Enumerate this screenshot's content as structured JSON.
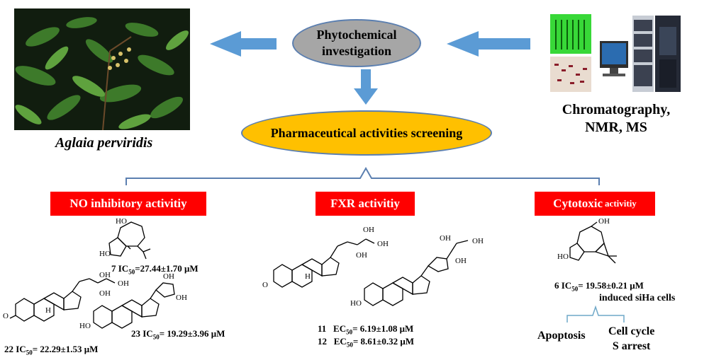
{
  "center": {
    "phytochemical": [
      "Phytochemical",
      "investigation"
    ],
    "screening": "Pharmaceutical activities screening"
  },
  "left": {
    "species": "Aglaia perviridis"
  },
  "right": {
    "methods": [
      "Chromatography,",
      "NMR, MS"
    ]
  },
  "categories": {
    "no": "NO inhibitory activitiy",
    "fxr": "FXR activitiy",
    "cyto_main": "Cytotoxic",
    "cyto_small": "activitiy"
  },
  "compounds": {
    "c7": {
      "num": "7",
      "label": "IC",
      "sub": "50",
      "value": "=27.44±1.70 μM"
    },
    "c22": {
      "num": "22",
      "label": "IC",
      "sub": "50",
      "value": "= 22.29±1.53 μM"
    },
    "c23": {
      "num": "23",
      "label": "IC",
      "sub": "50",
      "value": "= 19.29±3.96 μM"
    },
    "c11": {
      "num": "11",
      "label": "EC",
      "sub": "50",
      "value": "= 6.19±1.08 μM"
    },
    "c12": {
      "num": "12",
      "label": "EC",
      "sub": "50",
      "value": "= 8.61±0.32 μM"
    },
    "c6": {
      "num": "6",
      "label": "IC",
      "sub": "50",
      "value": "= 19.58±0.21 μM"
    }
  },
  "cyto": {
    "induced": "induced  siHa cells",
    "apoptosis": "Apoptosis",
    "cellcycle": [
      "Cell cycle",
      "S arrest"
    ]
  },
  "structure_atoms": {
    "ho": "HO",
    "oh": "OH",
    "o": "O",
    "h": "H"
  },
  "colors": {
    "arrow": "#5b9bd5",
    "bracket": "#5b7fb0",
    "gray_ellipse": "#a6a6a6",
    "gold_ellipse": "#ffc000",
    "red_box": "#ff0000"
  }
}
